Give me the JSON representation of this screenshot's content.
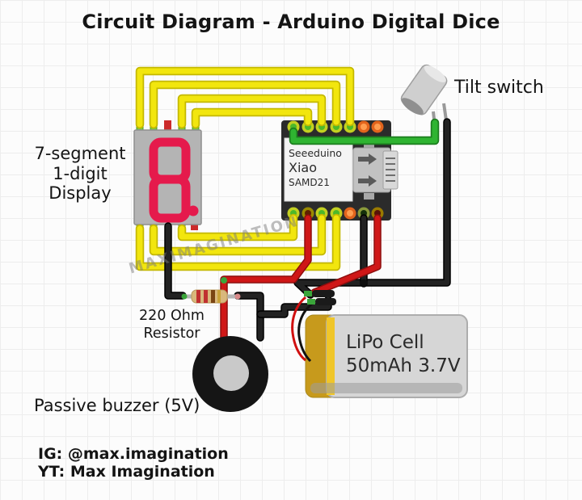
{
  "title": "Circuit Diagram - Arduino Digital Dice",
  "watermark": "MAXIMAGINATION",
  "labels": {
    "display_line1": "7-segment",
    "display_line2": "1-digit",
    "display_line3": "Display",
    "tilt_switch": "Tilt switch",
    "resistor_line1": "220 Ohm",
    "resistor_line2": "Resistor",
    "buzzer": "Passive buzzer (5V)",
    "lipo_line1": "LiPo Cell",
    "lipo_line2": "50mAh 3.7V"
  },
  "board": {
    "line1": "Seeeduino",
    "line2": "Xiao",
    "line3": "SAMD21"
  },
  "footer": {
    "instagram": "IG: @max.imagination",
    "youtube": "YT: Max Imagination"
  },
  "colors": {
    "wire-yellow": "#f2e60e",
    "wire-yellow-dark": "#c4b800",
    "wire-green": "#2fb431",
    "wire-green-dark": "#1c7d1e",
    "wire-red": "#cf1717",
    "wire-red-dark": "#8e0e0e",
    "wire-black": "#222222",
    "wire-black-dark": "#000000",
    "digit-red": "#e51a4c",
    "board-black": "#2b2b2b",
    "display-gray": "#b4b4b4",
    "lipo-gray": "#d6d6d6",
    "lipo-gold": "#c79a1c",
    "lipo-gold-bright": "#f0c62a",
    "buzzer-black": "#151515",
    "buzzer-inner": "#c9c9c9",
    "resistor-body": "#d9b87c"
  }
}
